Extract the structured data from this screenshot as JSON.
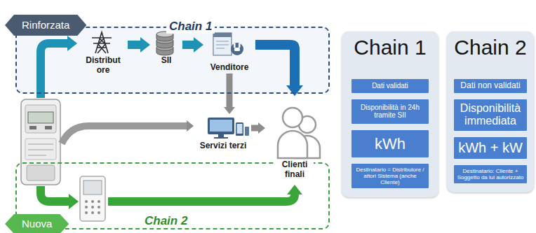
{
  "diagram": {
    "nodes": [
      {
        "text": [
          "Rinforzata",
          "Chain 1"
        ]
      },
      {
        "text": [
          "Distribut ore"
        ],
        "in": 0
      },
      {
        "text": [
          "SII"
        ],
        "in": 0
      },
      {
        "text": [
          "Venditore"
        ],
        "in": 0
      },
      {
        "text": [
          "Servizi terzi"
        ]
      },
      {
        "text": [
          "Clienti finali"
        ]
      },
      {
        "text": [
          "Nuova",
          "Chain 2"
        ]
      },
      {
        "text": [
          "Chain 1"
        ]
      },
      {
        "text": [
          "Dati validati"
        ],
        "in": 7
      },
      {
        "text": [
          "Disponibilità in 24h tramite SII"
        ],
        "in": 7
      },
      {
        "text": [
          "kWh"
        ],
        "in": 7
      },
      {
        "text": [
          "Destinatario = Distributore / attori Sistema (anche Cliente)"
        ],
        "in": 7
      },
      {
        "text": [
          "Chain 2"
        ]
      },
      {
        "text": [
          "Dati non validati"
        ],
        "in": 12
      },
      {
        "text": [
          "Disponibilità immediata"
        ],
        "in": 12
      },
      {
        "text": [
          "kWh + kW"
        ],
        "in": 12
      },
      {
        "text": [
          "Destinatario: Cliente + Soggetto da lui autorizzato"
        ],
        "in": 12
      }
    ],
    "edges": [
      {
        "from": 1,
        "to": 2,
        "arrow": "to"
      },
      {
        "from": 2,
        "to": 3,
        "arrow": "to"
      },
      {
        "from": 3,
        "to": 5,
        "arrow": "to"
      },
      {
        "from": 3,
        "to": 4,
        "arrow": "to"
      },
      {
        "from": 4,
        "to": 5,
        "arrow": "to"
      }
    ]
  }
}
